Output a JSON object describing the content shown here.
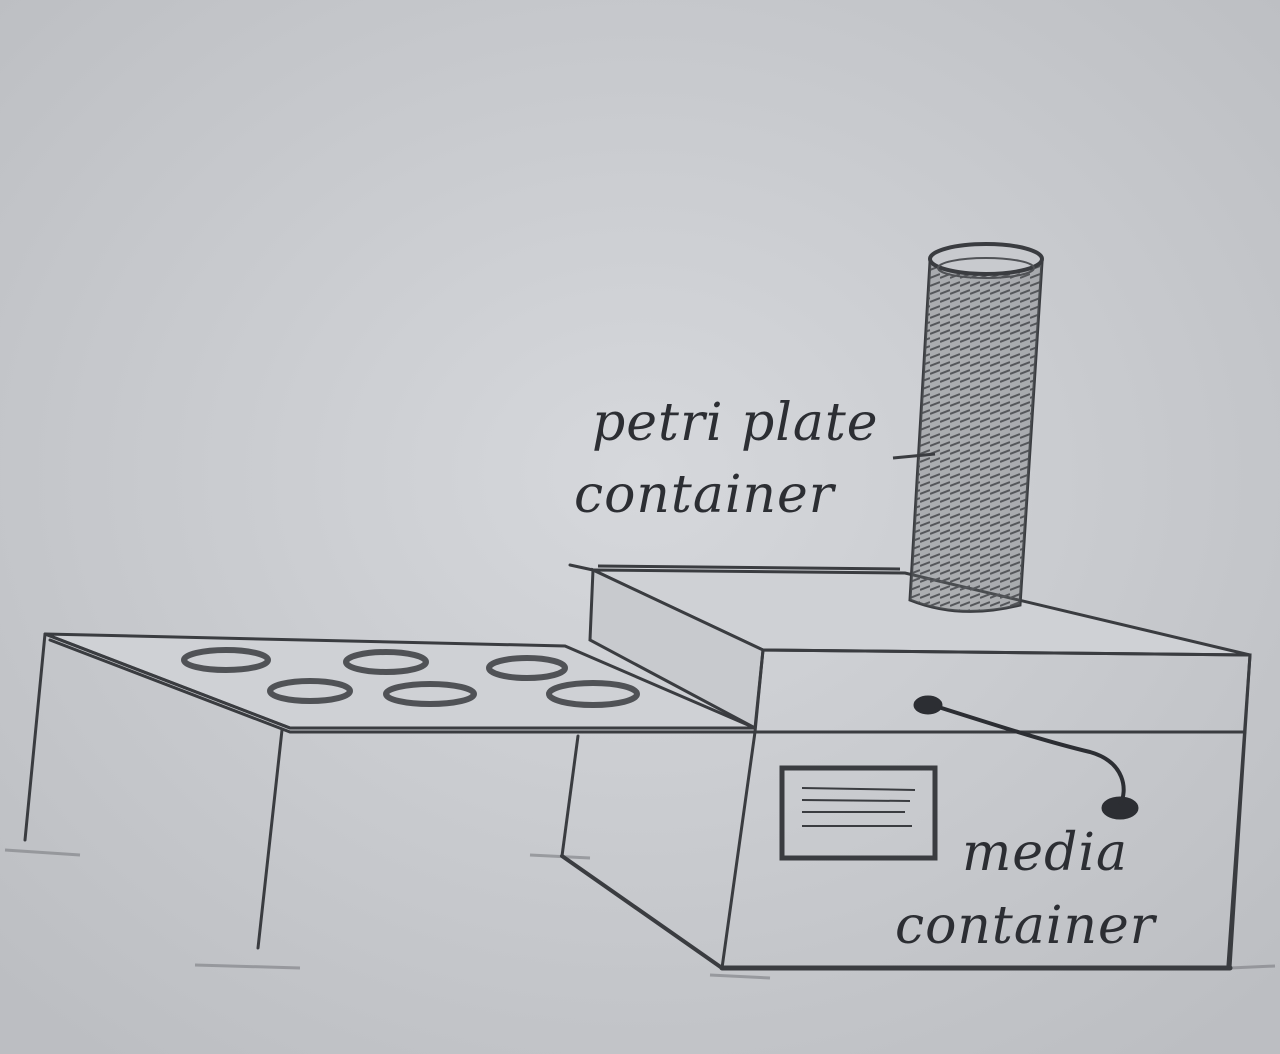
{
  "labels": {
    "petri_line1": "petri plate",
    "petri_line2": "container",
    "media_line1": "media",
    "media_line2": "container"
  },
  "colors": {
    "paper": "#cdcfd3",
    "pencil": "#3a3c40",
    "shade": "#5a5c60"
  },
  "icons": {
    "stack": "petri-plate-stack-icon",
    "plug": "cable-plug-icon",
    "panel": "display-panel-icon"
  }
}
